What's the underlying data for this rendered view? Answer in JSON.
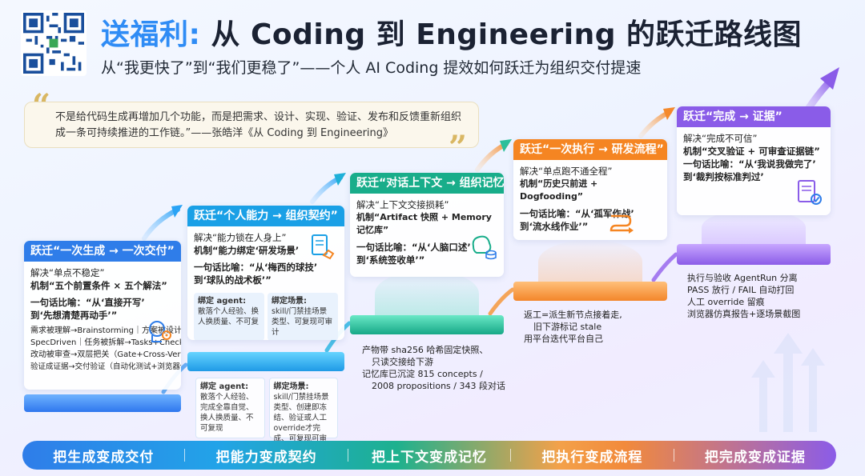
{
  "header": {
    "title_accent": "送福利:",
    "title_main": "从 Coding 到 Engineering 的跃迁路线图",
    "subtitle": "从“我更快了”到“我们更稳了”——个人 AI Coding 提效如何跃迁为组织交付提速"
  },
  "quote": {
    "line1": "不是给代码生成再增加几个功能，而是把需求、设计、实现、验证、发布和反馈重新组织",
    "line2": "成一条可持续推进的工作链。”——张皓洋《从 Coding 到 Engineering》"
  },
  "stages": [
    {
      "title": "跃迁“一次生成 → 一次交付”",
      "solve": "解决“单点不稳定”",
      "mechanism": "机制“五个前置条件 × 五个解法”",
      "analogy_line1": "一句话比喻：“从‘直接开写’",
      "analogy_line2": "到‘先想清楚再动手’”",
      "tasks": [
        "需求被理解→Brainstorming｜方案被设计→",
        "SpecDriven｜任务被拆解→Tasks+Checklist",
        "改动被审查→双层把关（Gate+Cross-Verify）",
        "验证成证据→交付验证（自动化测试+浏览器仿真）"
      ]
    },
    {
      "title": "跃迁“个人能力 → 组织契约”",
      "solve": "解决“能力锁在人身上”",
      "mechanism": "机制“能力绑定‘研发场景’",
      "analogy_line1": "一句话比喻：“从‘梅西的球技’",
      "analogy_line2": "到‘球队的战术板’”",
      "bind_agent_title": "绑定 agent:",
      "bind_agent_text": "散落个人经验、换人换质量、不可复",
      "bind_scene_title": "绑定场景:",
      "bind_scene_text": "skill/门禁挂场景类型、可复现可审计"
    },
    {
      "title": "跃迁“对话上下文 → 组织记忆”",
      "solve": "解决“上下文交接损耗”",
      "mechanism": "机制“Artifact 快照 + Memory 记忆库”",
      "analogy_line1": "一句话比喻：“从‘人脑口述’",
      "analogy_line2": "到‘系统签收单’”",
      "notes": [
        "产物带 sha256 哈希固定快照、",
        "只读交接给下游",
        "记忆库已沉淀 815 concepts /",
        "2008 propositions / 343 段对话"
      ]
    },
    {
      "title": "跃迁“一次执行 → 研发流程”",
      "solve": "解决“单点跑不通全程”",
      "mechanism": "机制“历史只前进 + Dogfooding”",
      "analogy_line1": "一句话比喻：“从‘孤军作战’",
      "analogy_line2": "到‘流水线作业’”",
      "notes": [
        "返工=派生新节点接着走,",
        "旧下游标记 stale",
        "用平台迭代平台自己"
      ]
    },
    {
      "title": "跃迁“完成 → 证据”",
      "solve": "解决“完成不可信”",
      "mechanism": "机制“交叉验证 + 可审查证据链”",
      "analogy_line1": "一句话比喻：“从‘我说我做完了’",
      "analogy_line2": "到‘裁判按标准判过’",
      "notes": [
        "执行与验收 AgentRun 分离",
        "PASS 放行 / FAIL 自动打回",
        "人工 override 留痕",
        "浏览器仿真报告+逐场景截图"
      ]
    }
  ],
  "detail_boxes": {
    "agent_title": "绑定 agent:",
    "agent_text": "散落个人经验、完成全靠自觉、换人换质量、不可复现",
    "scene_title": "绑定场景:",
    "scene_text": "skill/门禁挂场景类型、创建即冻结、验证或人工override才完成、可复现可审计"
  },
  "bottom_bar": [
    "把生成变成交付",
    "把能力变成契约",
    "把上下文变成记忆",
    "把执行变成流程",
    "把完成变成证据"
  ],
  "colors": {
    "stage1": "#2f7de9",
    "stage2": "#1aa0e6",
    "stage3": "#18ad8a",
    "stage4": "#f58522",
    "stage5": "#8a5ce8",
    "title_accent": "#2f8cf5"
  }
}
